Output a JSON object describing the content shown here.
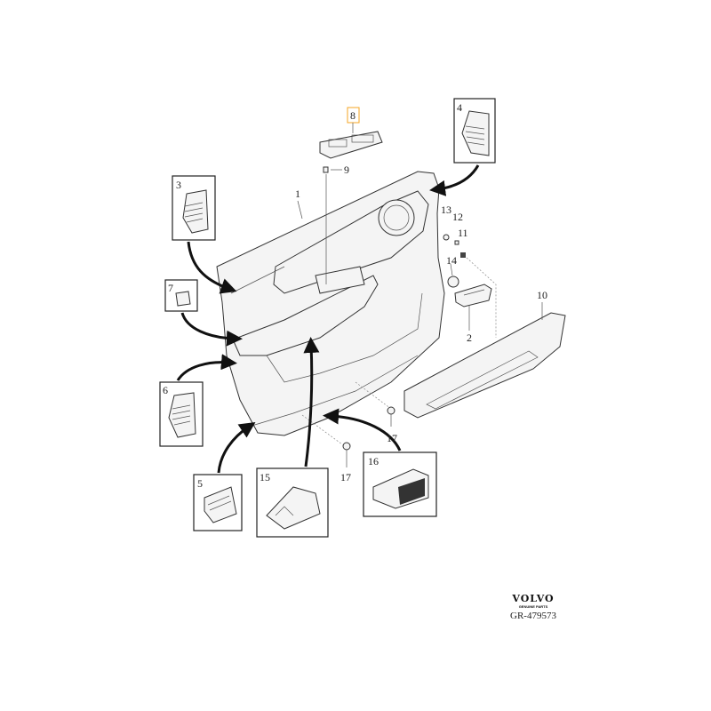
{
  "diagram": {
    "callouts": {
      "c1": "1",
      "c2": "2",
      "c3": "3",
      "c4": "4",
      "c5": "5",
      "c6": "6",
      "c7": "7",
      "c8": "8",
      "c9": "9",
      "c10": "10",
      "c11": "11",
      "c12": "12",
      "c13": "13",
      "c14": "14",
      "c15": "15",
      "c16": "16",
      "c17a": "17",
      "c17b": "17"
    },
    "highlight_color": "#f5a623",
    "parts": [
      "door-panel",
      "inner-handle",
      "clip",
      "clip",
      "clip",
      "clip",
      "clip",
      "window-switch-panel",
      "screw",
      "trim-strip",
      "clip",
      "screw",
      "nut",
      "plug",
      "bracket",
      "switch-module",
      "screw"
    ]
  },
  "footer": {
    "brand": "VOLVO",
    "tagline": "GENUINE PARTS",
    "reference": "GR-479573"
  }
}
